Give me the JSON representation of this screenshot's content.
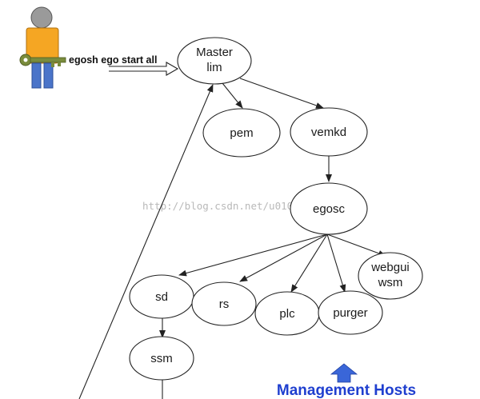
{
  "command": "egosh ego start all",
  "watermark": "http://blog.csdn.net/u010",
  "footer": "Management Hosts",
  "colors": {
    "footer_text": "#1f3fcf",
    "footer_arrow": "#3a66d8",
    "person_body": "#f5a623",
    "person_legs": "#4a74c9",
    "key": "#7a8c3c"
  },
  "icons": {
    "person": "person-with-key-icon",
    "command_arrow": "hollow-right-arrow-icon",
    "footer_arrow": "blue-up-arrow-icon"
  },
  "nodes": {
    "master": [
      "Master",
      "lim"
    ],
    "pem": "pem",
    "vemkd": "vemkd",
    "egosc": "egosc",
    "webgui": [
      "webgui",
      "wsm"
    ],
    "sd": "sd",
    "rs": "rs",
    "plc": "plc",
    "purger": "purger",
    "ssm": "ssm"
  }
}
